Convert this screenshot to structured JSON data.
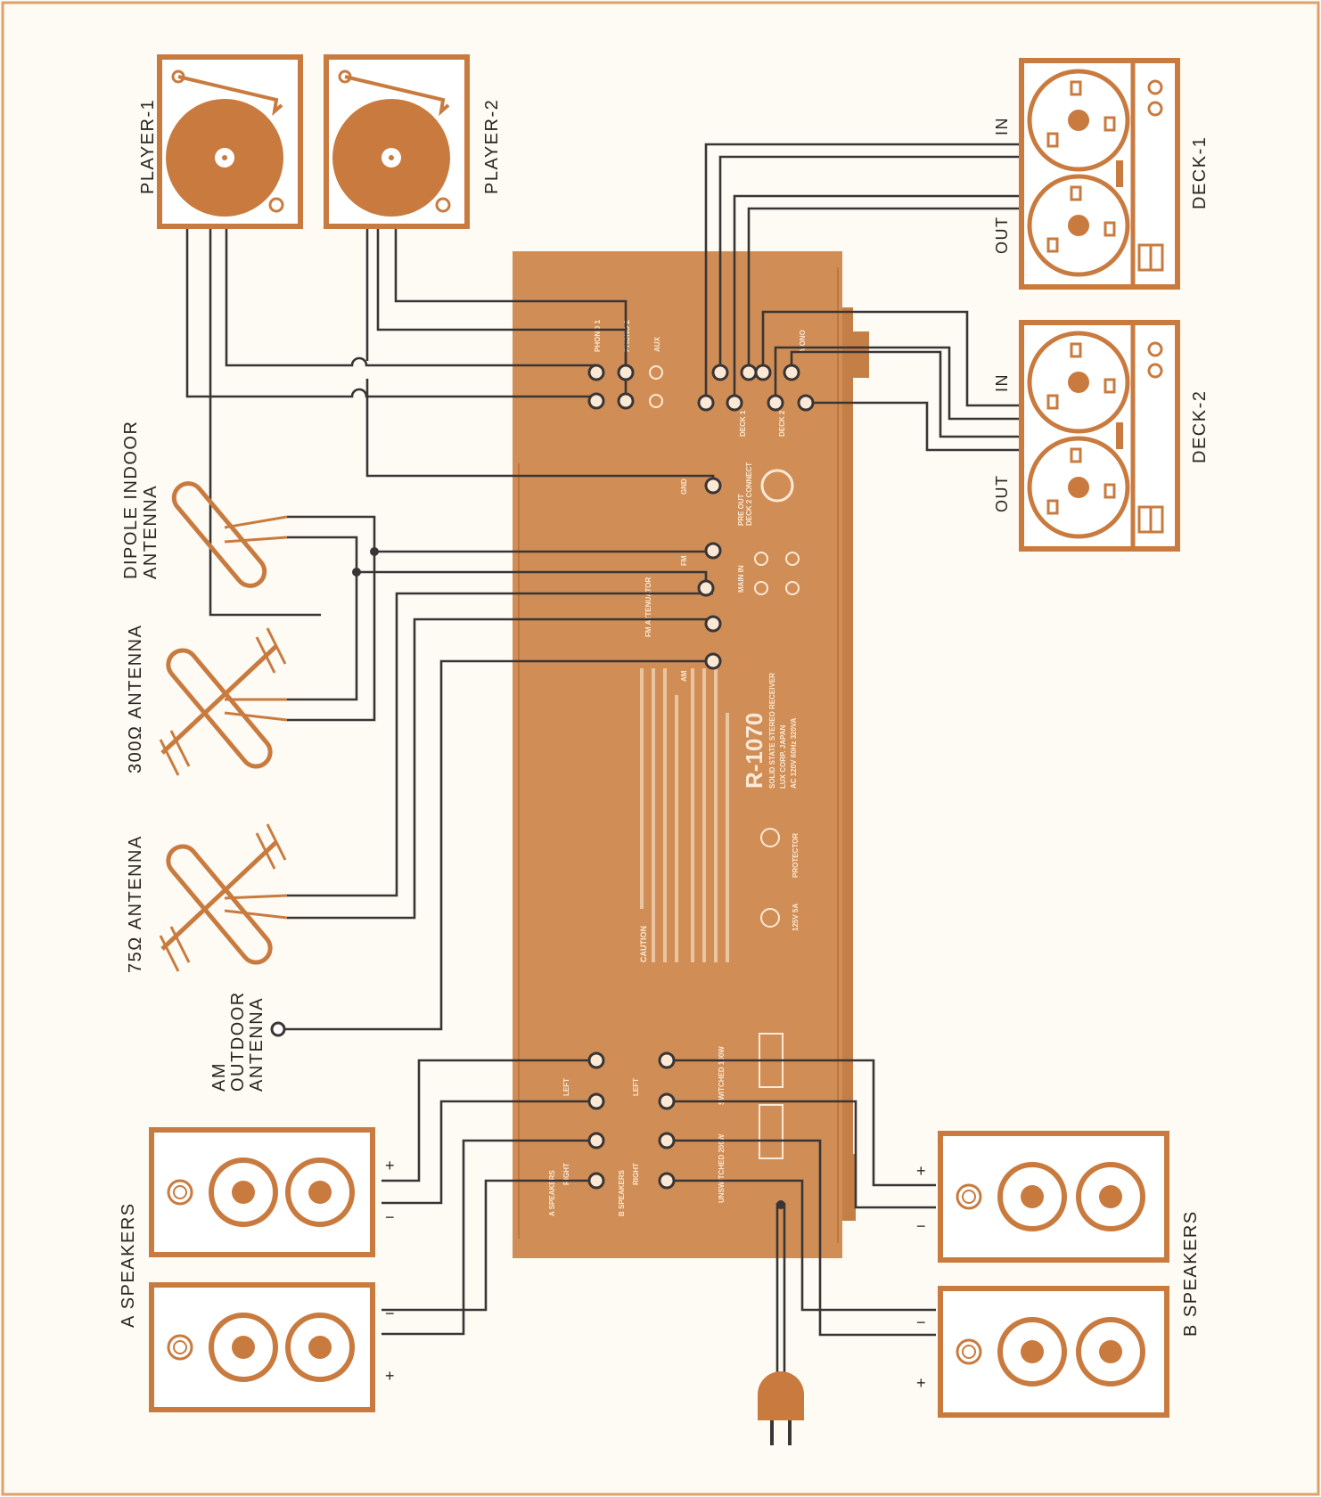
{
  "labels": {
    "player1": "PLAYER-1",
    "player2": "PLAYER-2",
    "deck1": "DECK-1",
    "deck2": "DECK-2",
    "deck_in": "IN",
    "deck_out": "OUT",
    "dipole_line1": "DIPOLE INDOOR",
    "dipole_line2": "ANTENNA",
    "antenna300": "300Ω ANTENNA",
    "antenna75": "75Ω ANTENNA",
    "am_line1": "AM",
    "am_line2": "OUTDOOR",
    "am_line3": "ANTENNA",
    "a_speakers": "A SPEAKERS",
    "b_speakers": "B SPEAKERS",
    "plus": "+",
    "minus": "−"
  },
  "panel": {
    "model": "R-1070",
    "subtitle": "SOLID STATE STEREO RECEIVER",
    "maker": "LUX CORP. JAPAN",
    "power": "AC 120V  60Hz  320VA",
    "phono1": "PHONO 1",
    "phono2": "PHONO 2",
    "aux": "AUX",
    "deck1": "DECK 1",
    "deck2": "DECK 2",
    "mono": "MONO",
    "gnd": "GND",
    "deck2_connect": "DECK 2 CONNECT",
    "fm": "FM",
    "fm_attenuator": "FM ATTENUATOR",
    "am": "AM",
    "main_in": "MAIN IN",
    "pre_out": "PRE OUT",
    "protector": "PROTECTOR",
    "fuse": "125V 5A",
    "a_speakers": "A SPEAKERS",
    "b_speakers": "B SPEAKERS",
    "left": "LEFT",
    "right": "RIGHT",
    "switched": "SWITCHED 100W",
    "unswitched": "UNSWITCHED 200W",
    "caution": "CAUTION"
  },
  "colors": {
    "accent": "#c97b3f",
    "panel": "#d08e56",
    "wire": "#3a3535",
    "frame": "#e0a06a",
    "background": "#fdfbf4"
  }
}
